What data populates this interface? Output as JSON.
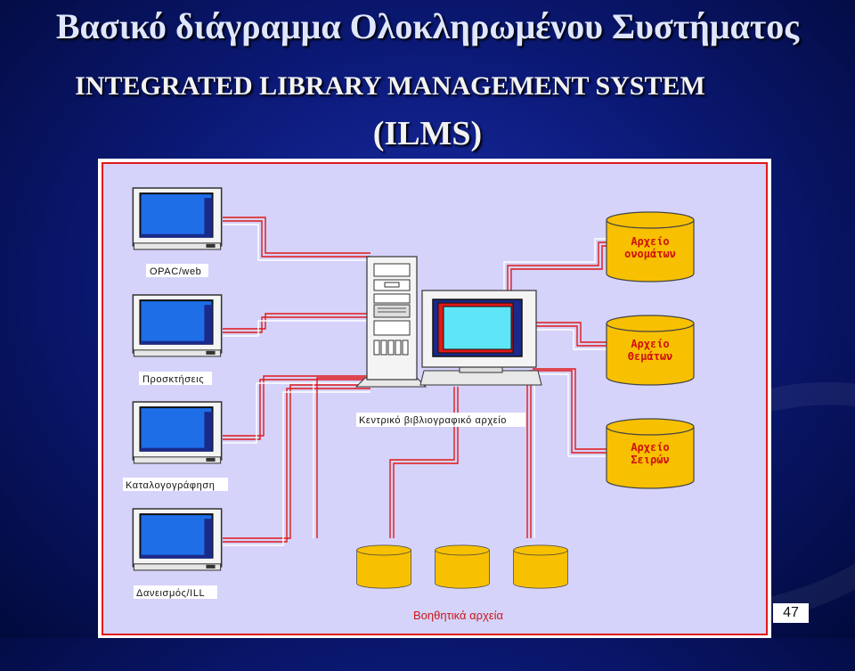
{
  "slide": {
    "title_greek": "Βασικό διάγραμμα Ολοκληρωμένου Συστήματος",
    "title_english": "INTEGRATED LIBRARY MANAGEMENT SYSTEM",
    "title_acronym": "(ILMS)",
    "page_number": "47"
  },
  "diagram": {
    "workstations": [
      {
        "label": "OPAC/web"
      },
      {
        "label": "Προσκτήσεις"
      },
      {
        "label": "Καταλογογράφηση"
      },
      {
        "label": "Δανεισμός/ILL"
      }
    ],
    "central": {
      "label": "Κεντρικό βιβλιογραφικό αρχείο"
    },
    "databases": [
      {
        "line1": "Αρχείο",
        "line2": "ονομάτων"
      },
      {
        "line1": "Αρχείο",
        "line2": "Θεμάτων"
      },
      {
        "line1": "Αρχείο",
        "line2": "Σειρών"
      }
    ],
    "auxiliary_label": "Βοηθητικά αρχεία",
    "colors": {
      "panel_bg": "#d5d3fa",
      "link_red": "#e01818",
      "database_fill": "#f7c000",
      "screen_blue": "#1e6ee8"
    }
  }
}
